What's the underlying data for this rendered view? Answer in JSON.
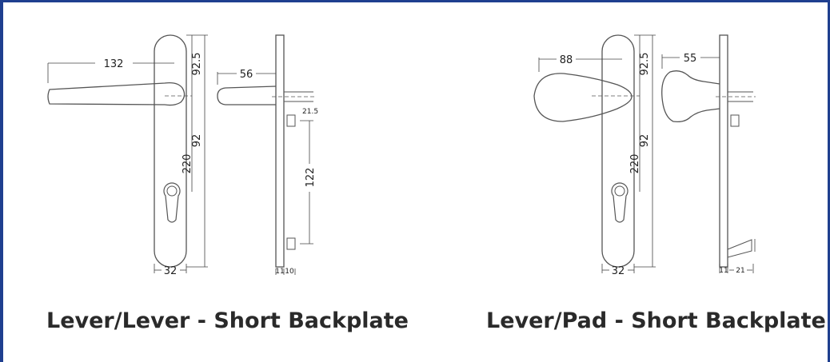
{
  "colors": {
    "border": "#1f3f8f",
    "line": "#555555",
    "text": "#2a2a2a"
  },
  "left_diagram": {
    "caption": "Lever/Lever - Short Backplate",
    "front_view": {
      "lever_length": "132",
      "top_height": "92.5",
      "lever_to_cylinder": "92",
      "total_height": "220",
      "width": "32"
    },
    "side_view": {
      "lever_projection": "56",
      "spindle": "21.5",
      "fixing_centres": "122",
      "plate_thickness_a": "11",
      "plate_thickness_b": "10"
    }
  },
  "right_diagram": {
    "caption": "Lever/Pad - Short Backplate",
    "front_view": {
      "lever_length": "88",
      "top_height": "92.5",
      "lever_to_cylinder": "92",
      "total_height": "220",
      "width": "32"
    },
    "side_view": {
      "pad_projection": "55",
      "plate_thickness_a": "11",
      "plate_thickness_b": "21"
    }
  }
}
